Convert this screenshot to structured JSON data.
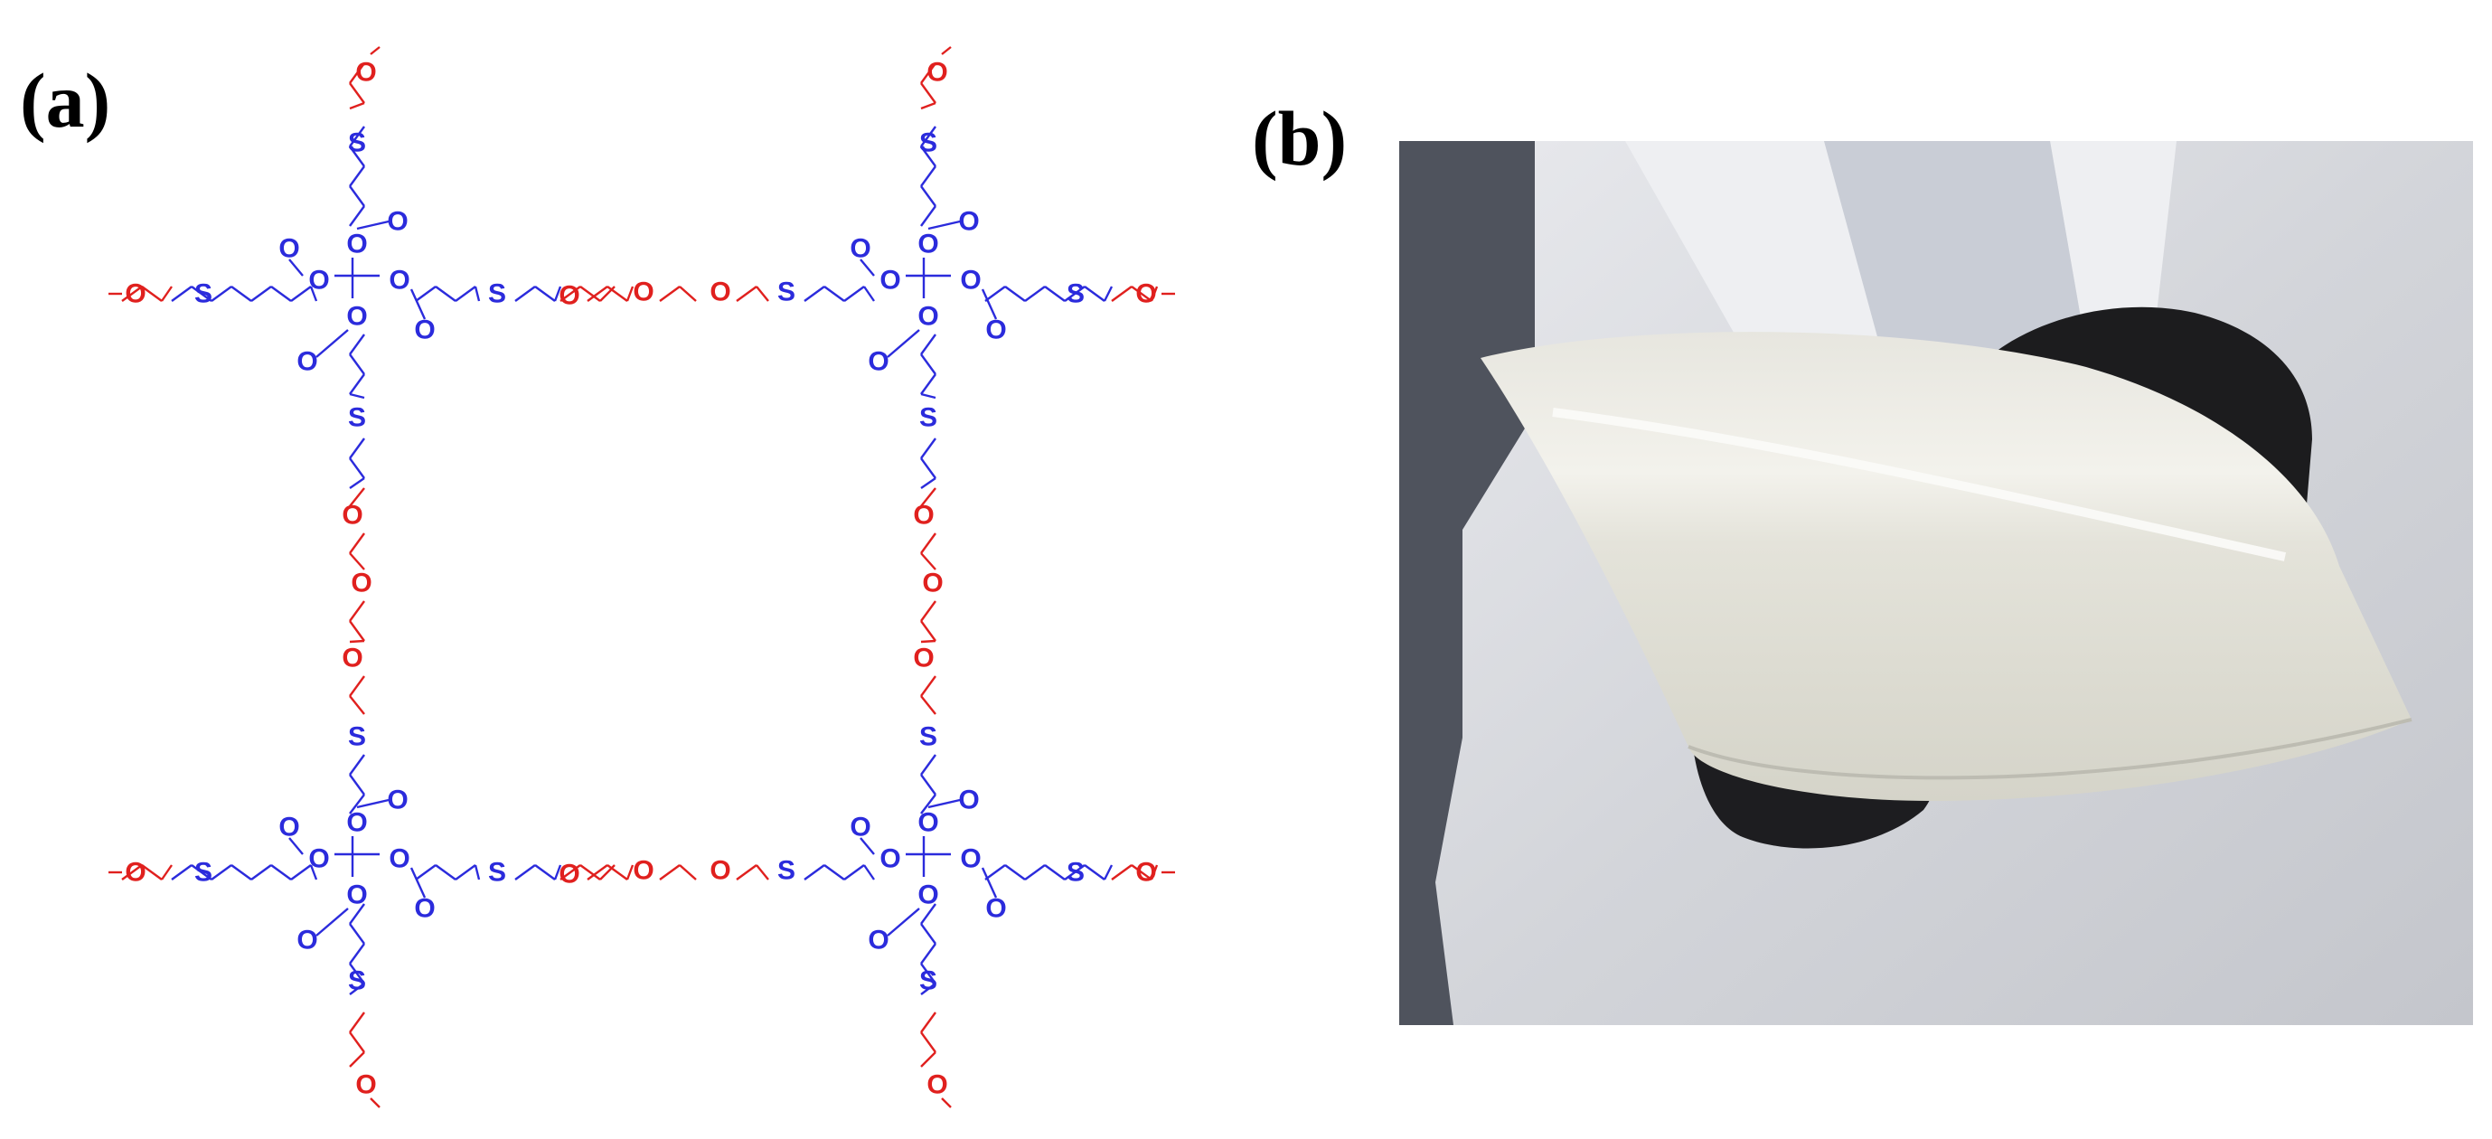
{
  "panels": {
    "a": {
      "label": "(a)"
    },
    "b": {
      "label": "(b)"
    }
  },
  "atoms": {
    "oxygen": "O",
    "sulfur": "S"
  },
  "colors": {
    "core": "#2b2bdc",
    "peg": "#e0201e",
    "text": "#000000",
    "background": "#ffffff",
    "photo_wall": "#575b66",
    "lab_coat": "#dfe0e4",
    "film": "#e8e7df",
    "glove": "#1c1c1e"
  },
  "icons": [
    "polymer-network-diagram",
    "polymer-film-photo"
  ]
}
